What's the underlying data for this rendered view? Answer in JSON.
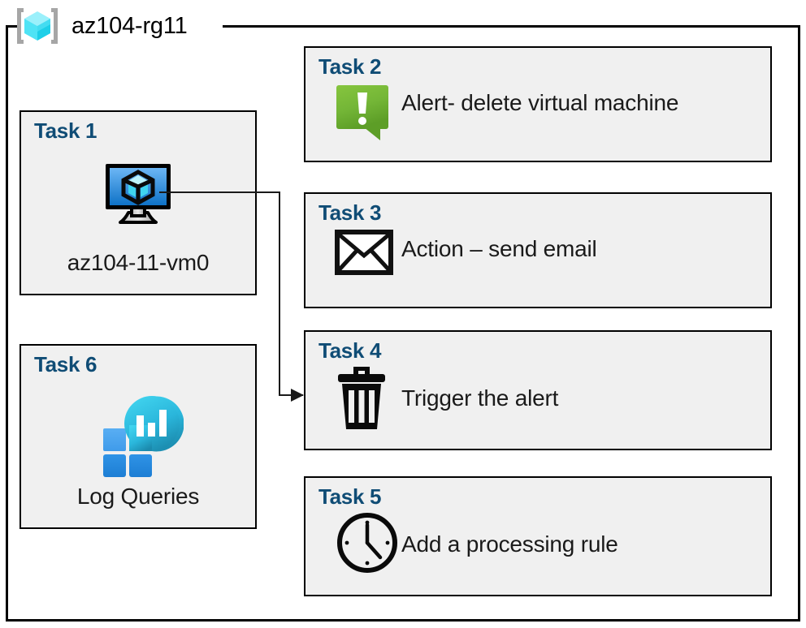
{
  "resource_group": {
    "label": "az104-rg11",
    "icon": "azure-resource-group-icon"
  },
  "colors": {
    "task_title": "#0f4c75",
    "box_fill": "#f0f0f0",
    "box_border": "#000000",
    "alert_green_light": "#82c341",
    "alert_green_dark": "#5a9e1b",
    "vm_blue_light": "#59a9f0",
    "vm_blue_dark": "#0f6cbd",
    "log_blue": "#2a8ee0",
    "log_cyan": "#32c5e8",
    "log_teal": "#1a8ca8",
    "rg_cube_cyan": "#4fe3f5",
    "connector": "#1a1a1a"
  },
  "tasks": [
    {
      "id": "task1",
      "title": "Task 1",
      "caption": "az104-11-vm0",
      "icon": "virtual-machine-icon",
      "column": "left"
    },
    {
      "id": "task2",
      "title": "Task 2",
      "caption": "Alert- delete virtual machine",
      "icon": "alert-callout-icon",
      "column": "right"
    },
    {
      "id": "task3",
      "title": "Task 3",
      "caption": "Action – send email",
      "icon": "envelope-icon",
      "column": "right"
    },
    {
      "id": "task4",
      "title": "Task 4",
      "caption": "Trigger the alert",
      "icon": "trash-can-icon",
      "column": "right"
    },
    {
      "id": "task5",
      "title": "Task 5",
      "caption": "Add a processing rule",
      "icon": "clock-icon",
      "column": "right"
    },
    {
      "id": "task6",
      "title": "Task 6",
      "caption": "Log Queries",
      "icon": "log-analytics-icon",
      "column": "left"
    }
  ],
  "connector": {
    "from": "virtual-machine-icon",
    "to": "task4",
    "arrow_direction": "right"
  }
}
